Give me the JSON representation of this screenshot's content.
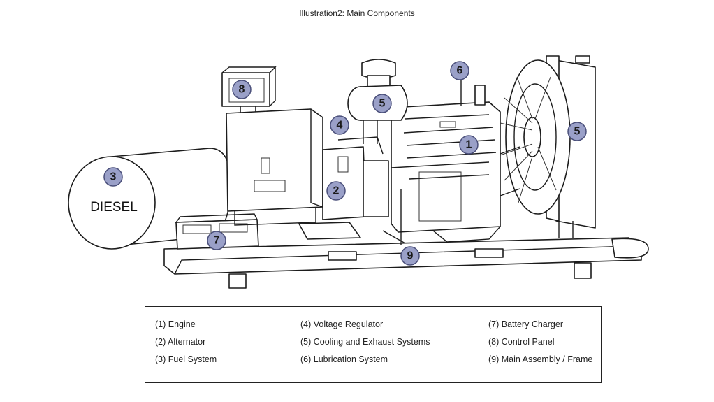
{
  "title": "Illustration2: Main Components",
  "tank_label": "DIESEL",
  "badges": [
    "1",
    "2",
    "3",
    "4",
    "5",
    "5",
    "6",
    "7",
    "8",
    "9"
  ],
  "badge_color": "#9aa0c8",
  "legend": {
    "col1": [
      "(1) Engine",
      "(2) Alternator",
      "(3) Fuel System"
    ],
    "col2": [
      "(4) Voltage Regulator",
      "(5) Cooling and Exhaust Systems",
      "(6) Lubrication System"
    ],
    "col3": [
      "(7) Battery Charger",
      "(8) Control Panel",
      "(9) Main Assembly / Frame"
    ]
  }
}
